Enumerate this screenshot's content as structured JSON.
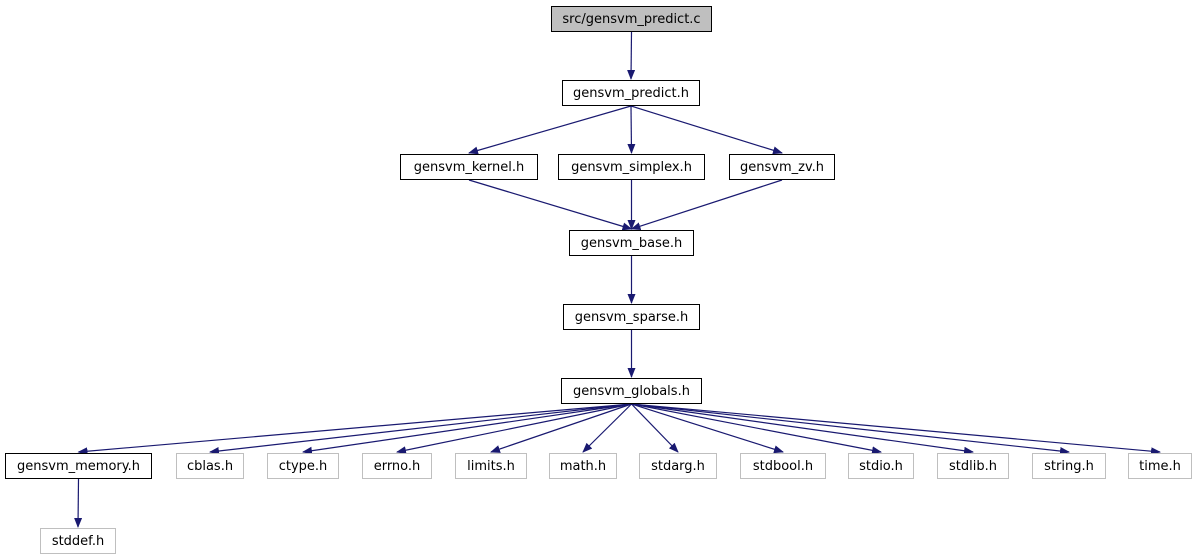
{
  "colors": {
    "edge": "#191970",
    "root_fill": "#bfbfbf",
    "external_border": "#bfbfbf",
    "doc_border": "#000000"
  },
  "nodes": {
    "root": "src/gensvm_predict.c",
    "predict": "gensvm_predict.h",
    "kernel": "gensvm_kernel.h",
    "simplex": "gensvm_simplex.h",
    "zv": "gensvm_zv.h",
    "base": "gensvm_base.h",
    "sparse": "gensvm_sparse.h",
    "globals": "gensvm_globals.h",
    "memory": "gensvm_memory.h",
    "cblas": "cblas.h",
    "ctype": "ctype.h",
    "errno": "errno.h",
    "limits": "limits.h",
    "math": "math.h",
    "stdarg": "stdarg.h",
    "stdbool": "stdbool.h",
    "stdio": "stdio.h",
    "stdlib": "stdlib.h",
    "string": "string.h",
    "time": "time.h",
    "stddef": "stddef.h"
  },
  "edges": [
    [
      "root",
      "predict"
    ],
    [
      "predict",
      "kernel"
    ],
    [
      "predict",
      "simplex"
    ],
    [
      "predict",
      "zv"
    ],
    [
      "kernel",
      "base"
    ],
    [
      "simplex",
      "base"
    ],
    [
      "zv",
      "base"
    ],
    [
      "base",
      "sparse"
    ],
    [
      "sparse",
      "globals"
    ],
    [
      "globals",
      "memory"
    ],
    [
      "globals",
      "cblas"
    ],
    [
      "globals",
      "ctype"
    ],
    [
      "globals",
      "errno"
    ],
    [
      "globals",
      "limits"
    ],
    [
      "globals",
      "math"
    ],
    [
      "globals",
      "stdarg"
    ],
    [
      "globals",
      "stdbool"
    ],
    [
      "globals",
      "stdio"
    ],
    [
      "globals",
      "stdlib"
    ],
    [
      "globals",
      "string"
    ],
    [
      "globals",
      "time"
    ],
    [
      "memory",
      "stddef"
    ]
  ]
}
